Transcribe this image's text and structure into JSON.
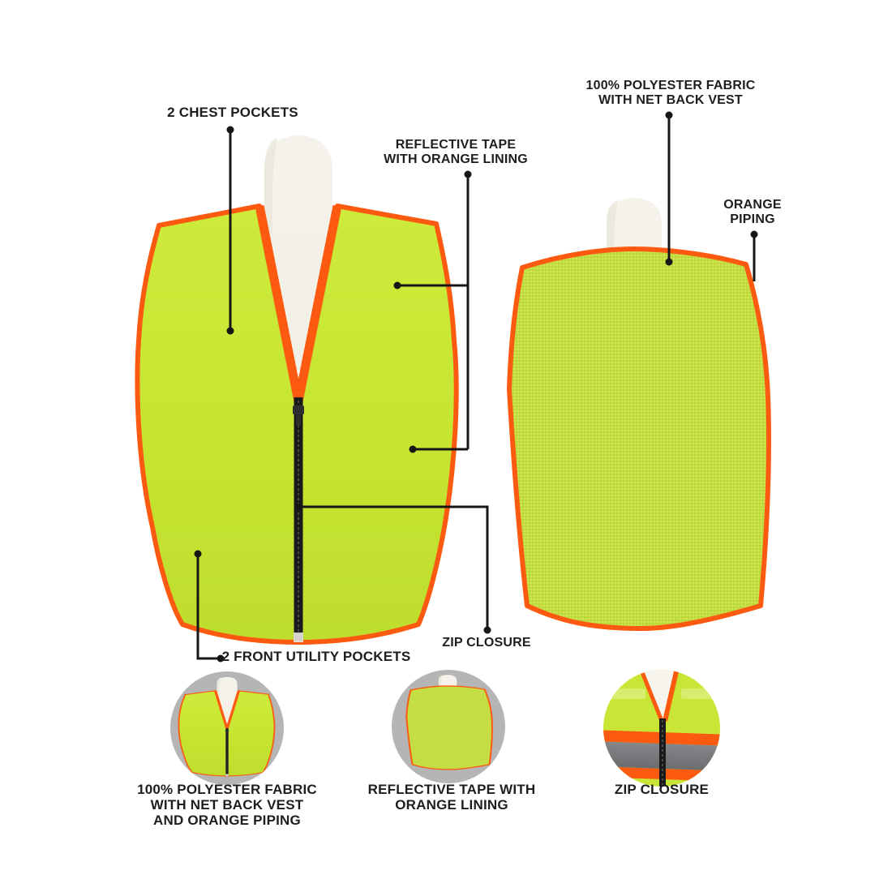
{
  "title": "Safety vest product feature infographic",
  "colors": {
    "background": "#ffffff",
    "vest_lime": "#c6e533",
    "vest_lime_mesh": "#c3dd3f",
    "piping_orange": "#fc5a10",
    "reflective_gray": "#797a7c",
    "reflective_gray_back": "#8e9092",
    "mannequin_white": "#f4f2ea",
    "zipper_black": "#1a1a1a",
    "inset_circle_gray": "#b5b5b5",
    "callout_line": "#161616",
    "label_text": "#1e1e1e"
  },
  "callouts": {
    "chest_pockets": {
      "label": "2 CHEST POCKETS"
    },
    "reflective_tape": {
      "lines": [
        "REFLECTIVE TAPE",
        "WITH ORANGE LINING"
      ]
    },
    "polyester_fabric": {
      "lines": [
        "100% POLYESTER FABRIC",
        "WITH NET BACK VEST"
      ]
    },
    "orange_piping": {
      "lines": [
        "ORANGE",
        "PIPING"
      ]
    },
    "zip_closure": {
      "label": "ZIP CLOSURE"
    },
    "utility_pockets": {
      "label": "2 FRONT UTILITY POCKETS"
    }
  },
  "insets": {
    "polyester": {
      "lines": [
        "100% POLYESTER FABRIC",
        "WITH NET BACK VEST",
        "AND ORANGE PIPING"
      ]
    },
    "reflective": {
      "lines": [
        "REFLECTIVE TAPE WITH",
        "ORANGE LINING"
      ]
    },
    "zip": {
      "lines": [
        "ZIP CLOSURE"
      ]
    }
  }
}
